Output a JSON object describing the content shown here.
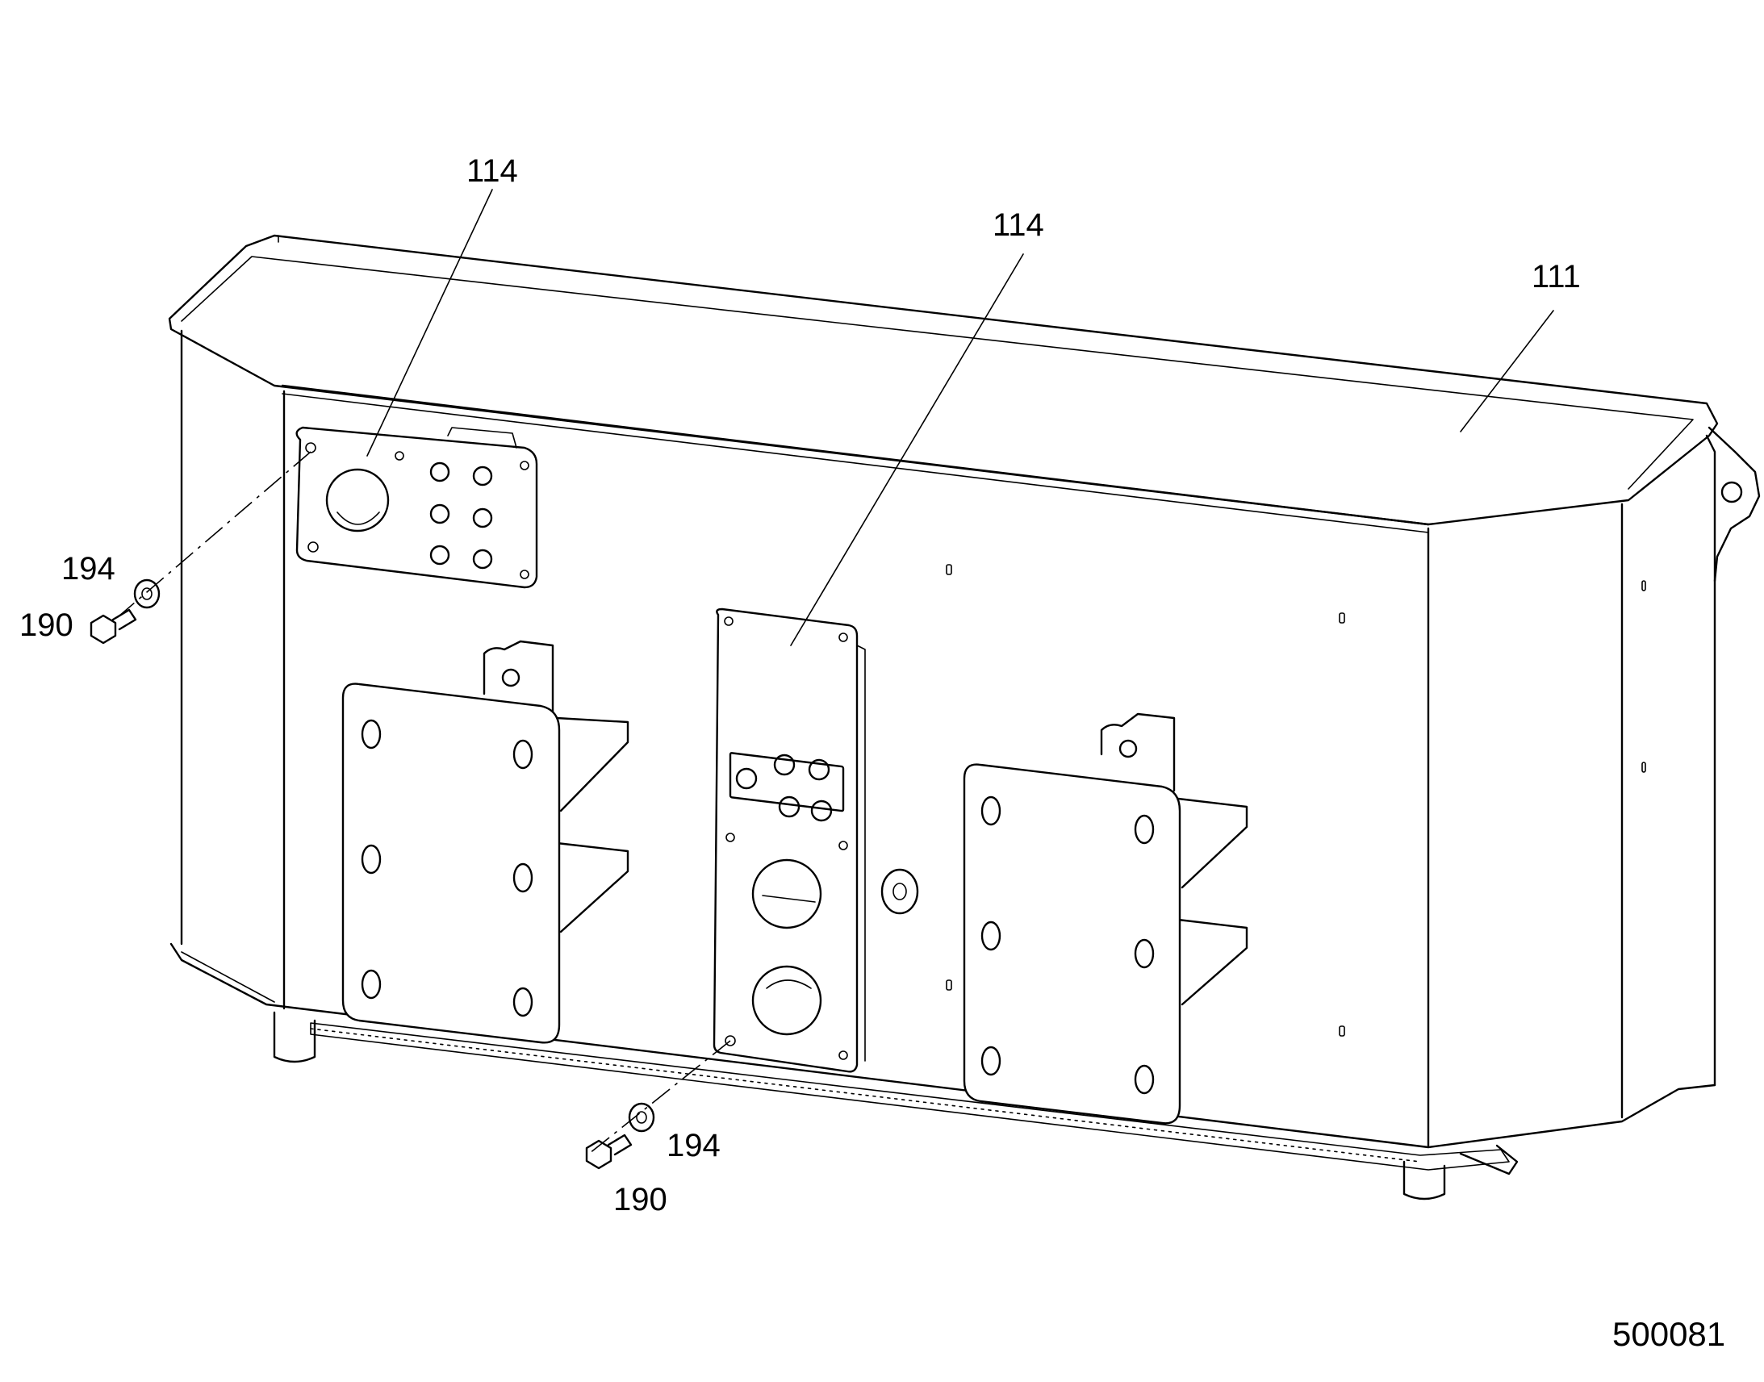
{
  "callouts": [
    {
      "id": "c1",
      "label": "114"
    },
    {
      "id": "c2",
      "label": "114"
    },
    {
      "id": "c3",
      "label": "111"
    },
    {
      "id": "c4",
      "label": "194"
    },
    {
      "id": "c5",
      "label": "190"
    },
    {
      "id": "c6",
      "label": "194"
    },
    {
      "id": "c7",
      "label": "190"
    }
  ],
  "document_number": "500081"
}
